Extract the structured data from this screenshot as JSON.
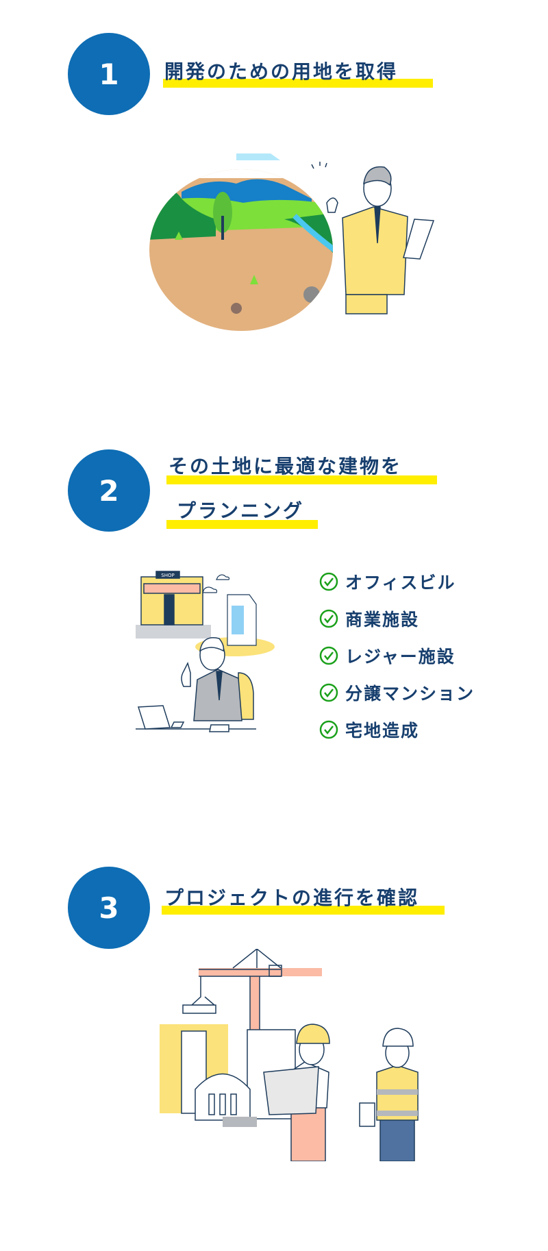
{
  "steps": [
    {
      "number": "1",
      "title": "開発のための用地を取得"
    },
    {
      "number": "2",
      "title_line1": "その土地に最適な建物を",
      "title_line2": "プランニング",
      "items": [
        "オフィスビル",
        "商業施設",
        "レジャー施設",
        "分譲マンション",
        "宅地造成"
      ]
    },
    {
      "number": "3",
      "title": "プロジェクトの進行を確認"
    }
  ],
  "illustrations": {
    "shop_sign": "SHOP"
  },
  "colors": {
    "circle": "#0e6db4",
    "highlight": "#ffee00",
    "title": "#173f6e",
    "check": "#1aa01a"
  }
}
